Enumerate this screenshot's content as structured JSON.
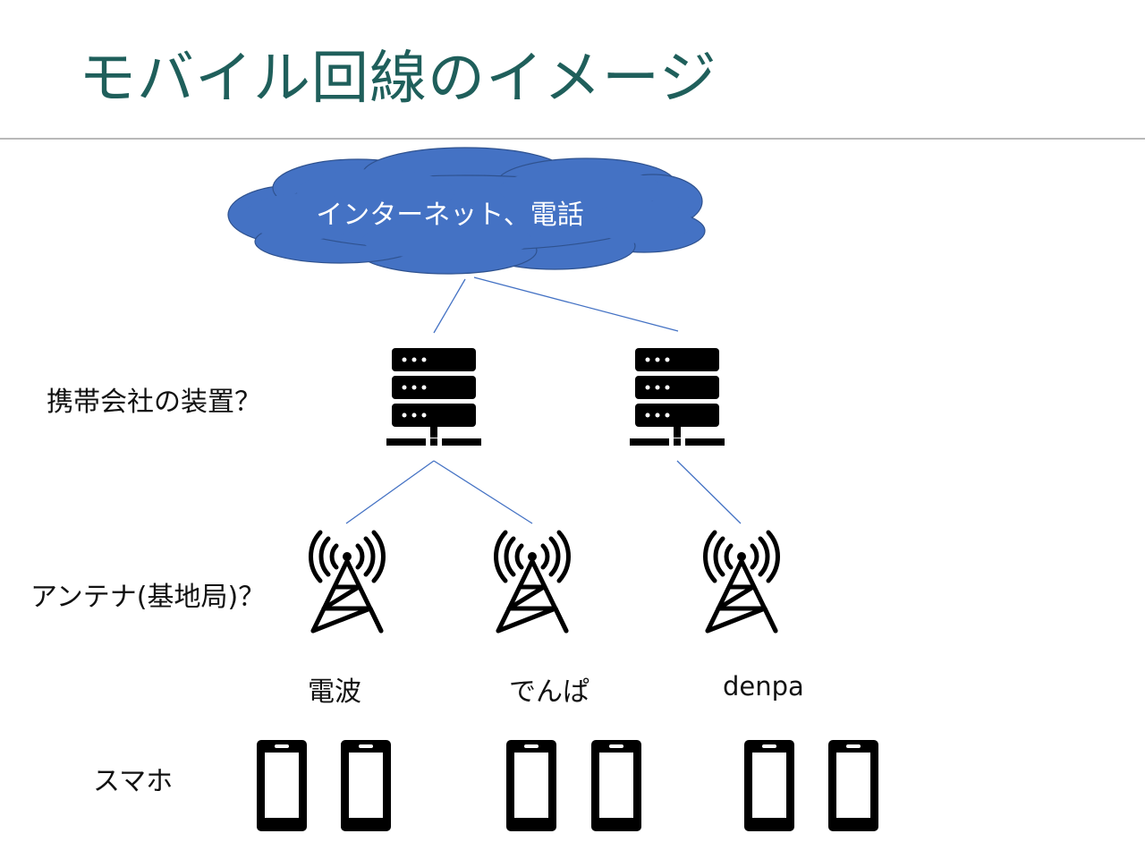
{
  "title": "モバイル回線のイメージ",
  "cloud": {
    "label": "インターネット、電話",
    "color": "#4472c4"
  },
  "rows": {
    "devices_label": "携帯会社の装置？",
    "antenna_label": "アンテナ(基地局)？",
    "phone_label": "スマホ"
  },
  "waves": [
    "電波",
    "でんぱ",
    "denpa"
  ],
  "icons": {
    "server": "server-icon",
    "antenna": "antenna-tower-icon",
    "phone": "smartphone-icon"
  },
  "colors": {
    "title": "#1f5f5b",
    "line": "#4472c4",
    "icon": "#000000"
  }
}
